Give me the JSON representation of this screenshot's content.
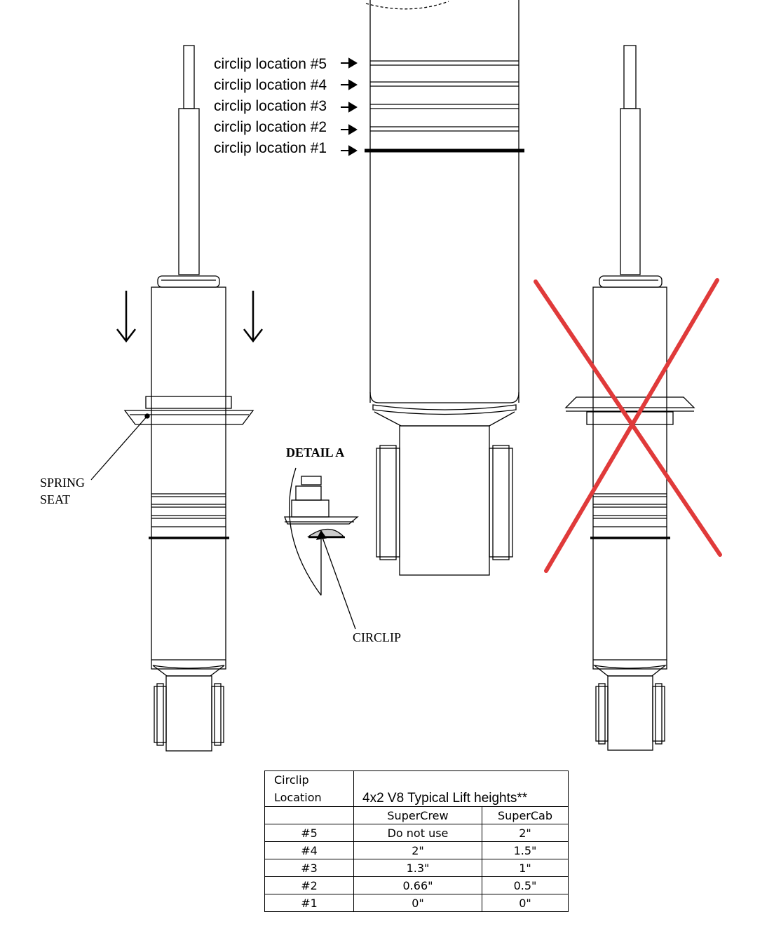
{
  "labels": {
    "circlip_locations": [
      "circlip location #5",
      "circlip location #4",
      "circlip location #3",
      "circlip location #2",
      "circlip location #1"
    ],
    "spring_seat": [
      "SPRING",
      "SEAT"
    ],
    "detail": "DETAIL A",
    "circlip": "CIRCLIP"
  },
  "colors": {
    "line": "#000000",
    "cross": "#e03a3a"
  },
  "table": {
    "corner": [
      "Circlip",
      "Location"
    ],
    "title": "4x2 V8 Typical Lift heights**",
    "columns": [
      "SuperCrew",
      "SuperCab"
    ],
    "rows": [
      {
        "loc": "#5",
        "crew": "Do not use",
        "cab": "2\""
      },
      {
        "loc": "#4",
        "crew": "2\"",
        "cab": "1.5\""
      },
      {
        "loc": "#3",
        "crew": "1.3\"",
        "cab": "1\""
      },
      {
        "loc": "#2",
        "crew": "0.66\"",
        "cab": "0.5\""
      },
      {
        "loc": "#1",
        "crew": "0\"",
        "cab": "0\""
      }
    ]
  }
}
